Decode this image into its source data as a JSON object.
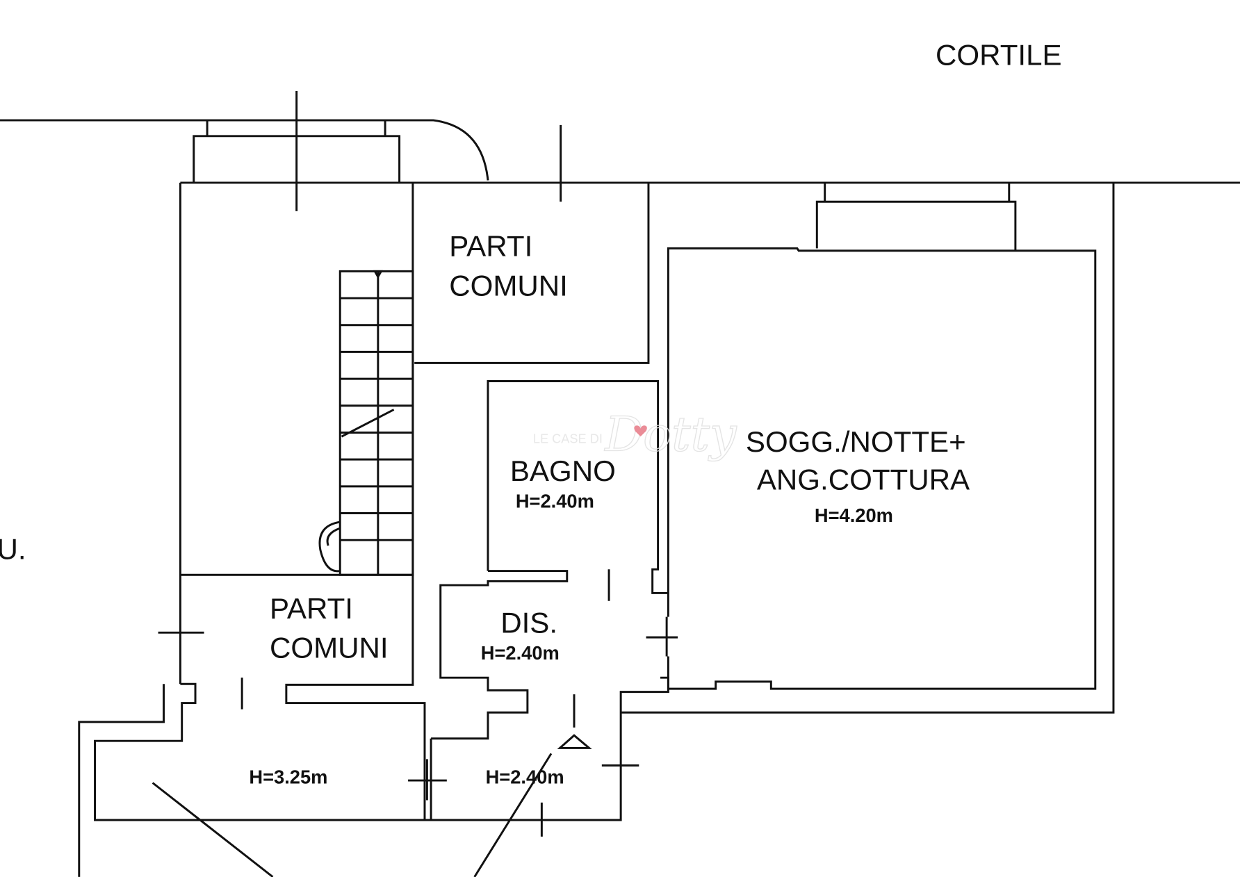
{
  "plan": {
    "outside_label": "CORTILE",
    "edge_label": "U.",
    "rooms": [
      {
        "name": "PARTI",
        "name2": "COMUNI"
      },
      {
        "name": "PARTI",
        "name2": "COMUNI"
      },
      {
        "name": "BAGNO",
        "height": "H=2.40m"
      },
      {
        "name": "SOGG./NOTTE+",
        "name2": "ANG.COTTURA",
        "height": "H=4.20m"
      },
      {
        "name": "DIS.",
        "height": "H=2.40m"
      },
      {
        "height": "H=3.25m"
      },
      {
        "height": "H=2.40m"
      }
    ]
  },
  "watermark": {
    "small": "LE CASE DI",
    "script": "Dotty",
    "heart_color": "#e8808c"
  }
}
